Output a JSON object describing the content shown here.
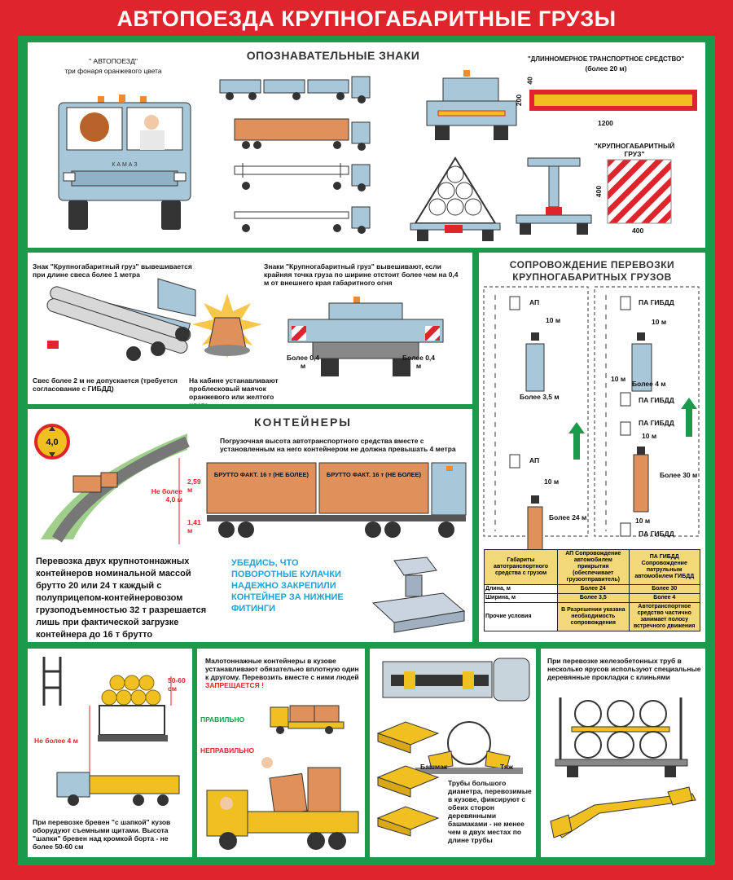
{
  "title": "АВТОПОЕЗДА КРУПНОГАБАРИТНЫЕ ГРУЗЫ",
  "colors": {
    "red": "#e0242b",
    "green": "#1a9a4a",
    "orange_truck": "#e0905a",
    "cab_blue": "#a8c8da",
    "yellow": "#f0c020"
  },
  "signs": {
    "heading": "ОПОЗНАВАТЕЛЬНЫЕ ЗНАКИ",
    "autopoezd_label": "\" АВТОПОЕЗД\"",
    "autopoezd_desc": "три фонаря оранжевого цвета",
    "long_vehicle_label": "\"ДЛИННОМЕРНОЕ ТРАНСПОРТНОЕ СРЕДСТВО\"",
    "long_vehicle_note": "(более 20 м)",
    "dim_40": "40",
    "dim_200": "200",
    "dim_1200": "1200",
    "oversize_label": "\"КРУПНОГАБАРИТНЫЙ ГРУЗ\"",
    "dim_400_v": "400",
    "dim_400_h": "400",
    "kamaz": "К А М А З"
  },
  "marking": {
    "text1": "Знак \"Крупногабаритный груз\" вывешивается при длине свеса более 1 метра",
    "text2": "Знаки \"Крупногабаритный груз\" вывешивают, если крайняя точка груза по ширине отстоит более чем на 0,4 м от внешнего края габаритного огня",
    "text3": "Свес более 2 м не допускается (требуется согласование с ГИБДД)",
    "text4": "На кабине устанавливают проблесковый маячок оранжевого или желтого цвета",
    "left_gap": "Более 0,4 м",
    "right_gap": "Более 0,4 м"
  },
  "escort": {
    "heading": "СОПРОВОЖДЕНИЕ ПЕРЕВОЗКИ КРУПНОГАБАРИТНЫХ ГРУЗОВ",
    "left_col": {
      "ap1": "АП",
      "gap1": "10 м",
      "width1": "Более 3,5 м",
      "ap2": "АП",
      "gap2": "10 м",
      "length2": "Более 24 м"
    },
    "right_col": {
      "pa1": "ПА ГИБДД",
      "gap1": "10 м",
      "gap2": "10 м",
      "width": "Более 4 м",
      "pa2": "ПА ГИБДД",
      "pa3": "ПА ГИБДД",
      "gap3": "10 м",
      "length": "Более 30 м",
      "gap4": "10 м",
      "pa4": "ПА ГИБДД"
    },
    "table": {
      "header": [
        "Габариты автотранспортного средства с грузом",
        "АП Сопровождение автомобилем прикрытия (обеспечивает грузоотправитель)",
        "ПА ГИБДД Сопровождение патрульным автомобилем ГИБДД"
      ],
      "rows": [
        [
          "Длина, м",
          "Более 24",
          "Более 30"
        ],
        [
          "Ширина, м",
          "Более 3,5",
          "Более 4"
        ],
        [
          "Прочие условия",
          "В Разрешении указана необходимость сопровождения",
          "Автотранспортное средство частично занимает полосу встречного движения"
        ]
      ]
    }
  },
  "containers": {
    "heading": "КОНТЕЙНЕРЫ",
    "sign_value": "4,0",
    "height_note": "Погрузочная высота автотранспортного средства вместе с установленным на него контейнером не должна превышать 4 метра",
    "box_label_1": "БРУТТО ФАКТ. 16 т (НЕ БОЛЕЕ)",
    "box_label_2": "БРУТТО ФАКТ. 16 т (НЕ БОЛЕЕ)",
    "max_height": "Не более 4,0 м",
    "h_container": "2,59 м",
    "h_chassis": "1,41 м",
    "paragraph": "Перевозка двух крупнотоннажных контейнеров номинальной массой брутто 20 или 24 т каждый с полуприцепом-контейнеровозом грузоподъемностью 32 т разрешается лишь при фактической загрузке контейнера до 16 т брутто",
    "warning": "УБЕДИСЬ, ЧТО ПОВОРОТНЫЕ КУЛАЧКИ НАДЕЖНО ЗАКРЕПИЛИ КОНТЕЙНЕР ЗА НИЖНИЕ ФИТИНГИ"
  },
  "logs": {
    "dim_cap": "50-60 см",
    "dim_height": "Не более 4 м",
    "text": "При перевозке бревен \"с шапкой\" кузов оборудуют съемными щитами. Высота \"шапки\" бревен над кромкой борта - не более 50-60 см"
  },
  "small_containers": {
    "text": "Малотоннажные контейнеры в кузове устанавливают обязательно вплотную один к другому. Перевозить вместе с ними людей",
    "forbidden": "ЗАПРЕЩАЕТСЯ !",
    "right_label": "ПРАВИЛЬНО",
    "wrong_label": "НЕПРАВИЛЬНО"
  },
  "pipes": {
    "label_shoe": "Башмак",
    "label_tyazh": "Тяж",
    "text": "Трубы большого диаметра, перевозимые в кузове, фиксируют с обеих сторон деревянными башмаками - не менее чем в двух местах по длине трубы"
  },
  "concrete": {
    "text": "При перевозке железобетонных труб в несколько ярусов используют специальные деревянные прокладки с клиньями"
  }
}
